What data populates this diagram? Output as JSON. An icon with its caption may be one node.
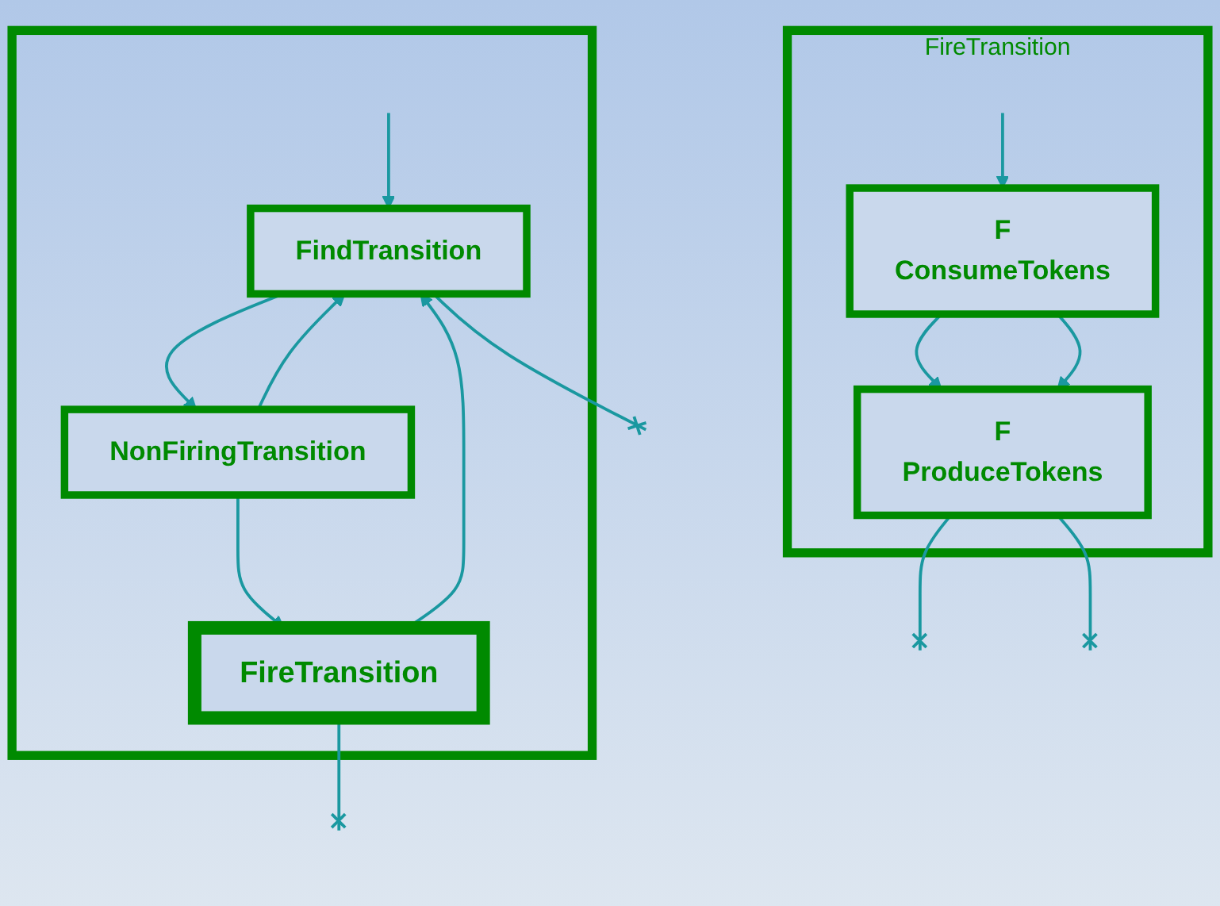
{
  "diagram": {
    "nodes": [
      {
        "text": [],
        "shape": "box"
      },
      {
        "text": [
          "FindTransition"
        ],
        "in": 0
      },
      {
        "text": [
          "NonFiringTransition"
        ],
        "in": 0
      },
      {
        "text": [
          "FireTransition"
        ],
        "in": 0
      },
      {
        "text": [
          "FireTransition"
        ]
      },
      {
        "text": [
          "F",
          "ConsumeTokens"
        ],
        "in": 4
      },
      {
        "text": [
          "F",
          "ProduceTokens"
        ],
        "in": 4
      }
    ],
    "edges": [
      {
        "from": null,
        "to": 1,
        "arrow": "to"
      },
      {
        "from": 1,
        "to": 2,
        "arrow": "to"
      },
      {
        "from": 2,
        "to": 1,
        "arrow": "to"
      },
      {
        "from": 2,
        "to": 3,
        "arrow": "to"
      },
      {
        "from": 3,
        "to": 1,
        "arrow": "to"
      },
      {
        "from": 3,
        "to": null,
        "arrow": "other"
      },
      {
        "from": 1,
        "to": null,
        "arrow": "other"
      },
      {
        "from": null,
        "to": 5,
        "arrow": "to"
      },
      {
        "from": 5,
        "to": 6,
        "arrow": "to"
      },
      {
        "from": 5,
        "to": 6,
        "arrow": "to"
      },
      {
        "from": 6,
        "to": null,
        "arrow": "other"
      },
      {
        "from": 6,
        "to": null,
        "arrow": "other"
      }
    ]
  }
}
